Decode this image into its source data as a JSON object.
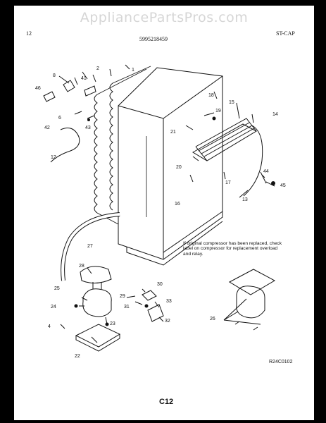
{
  "watermark": "AppliancePartsPros.com",
  "header": {
    "page_number": "12",
    "part_number": "5995218459",
    "code": "ST-CAP"
  },
  "callouts": [
    "1",
    "2",
    "4",
    "6",
    "8",
    "12",
    "13",
    "14",
    "15",
    "16",
    "17",
    "18",
    "19",
    "20",
    "21",
    "22",
    "23",
    "24",
    "25",
    "26",
    "27",
    "28",
    "29",
    "30",
    "31",
    "32",
    "33",
    "41",
    "42",
    "43",
    "44",
    "45",
    "46"
  ],
  "note": "If original compressor has been replaced, check label on compressor for replacement overload and relay.",
  "diagram_code": "R24C0102",
  "page_label": "C12"
}
